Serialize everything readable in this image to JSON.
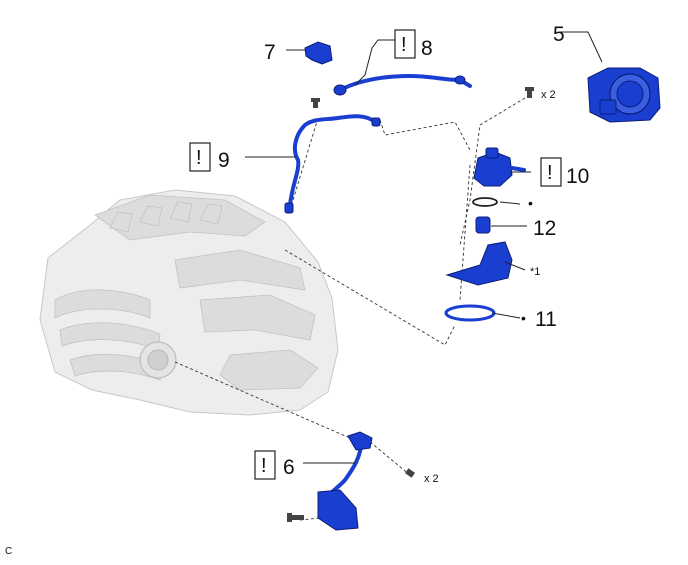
{
  "callouts": {
    "n5": "5",
    "n6": "6",
    "n7": "7",
    "n8": "8",
    "n9": "9",
    "n10": "10",
    "n11": "11",
    "n12": "12",
    "qty_top": "x 2",
    "qty_bottom": "x 2",
    "note1": "*1",
    "dot": "•",
    "warning_mark": "!",
    "corner_letter": "C"
  },
  "colors": {
    "part_blue": "#1a3fd0",
    "engine_gray": "#ededed"
  }
}
